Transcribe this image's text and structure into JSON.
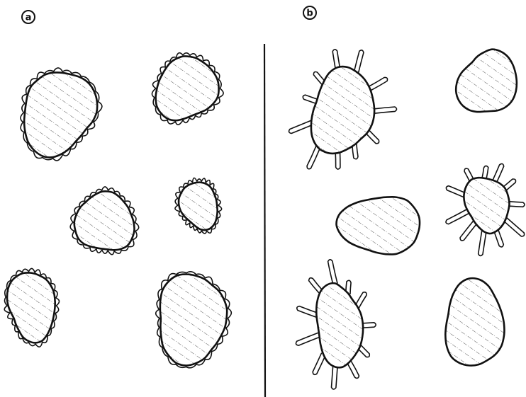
{
  "figure": {
    "panels": [
      {
        "id": "a",
        "label": "a",
        "cells": [
          {
            "fringe": "short"
          },
          {
            "fringe": "short"
          },
          {
            "fringe": "short"
          },
          {
            "fringe": "short"
          },
          {
            "fringe": "short"
          },
          {
            "fringe": "short"
          }
        ]
      },
      {
        "id": "b",
        "label": "b",
        "cells": [
          {
            "fringe": "long"
          },
          {
            "fringe": "none"
          },
          {
            "fringe": "none"
          },
          {
            "fringe": "long"
          },
          {
            "fringe": "long"
          },
          {
            "fringe": "none"
          }
        ]
      }
    ]
  }
}
